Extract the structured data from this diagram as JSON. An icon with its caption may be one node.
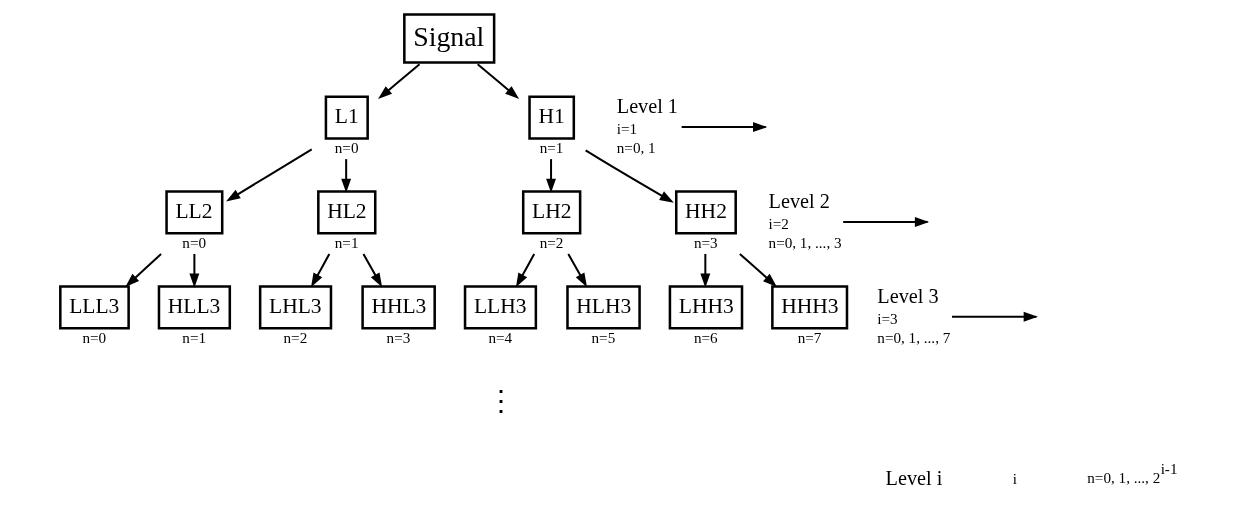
{
  "diagram": {
    "nodes": [
      {
        "text": [
          "Signal"
        ]
      },
      {
        "text": [
          "L1"
        ],
        "beside": [
          "n=0"
        ]
      },
      {
        "text": [
          "H1"
        ],
        "beside": [
          "n=1"
        ]
      },
      {
        "text": [
          "LL2"
        ],
        "beside": [
          "n=0"
        ]
      },
      {
        "text": [
          "HL2"
        ],
        "beside": [
          "n=1"
        ]
      },
      {
        "text": [
          "LH2"
        ],
        "beside": [
          "n=2"
        ]
      },
      {
        "text": [
          "HH2"
        ],
        "beside": [
          "n=3"
        ]
      },
      {
        "text": [
          "LLL3"
        ],
        "beside": [
          "n=0"
        ]
      },
      {
        "text": [
          "HLL3"
        ],
        "beside": [
          "n=1"
        ]
      },
      {
        "text": [
          "LHL3"
        ],
        "beside": [
          "n=2"
        ]
      },
      {
        "text": [
          "HHL3"
        ],
        "beside": [
          "n=3"
        ]
      },
      {
        "text": [
          "LLH3"
        ],
        "beside": [
          "n=4"
        ]
      },
      {
        "text": [
          "HLH3"
        ],
        "beside": [
          "n=5"
        ]
      },
      {
        "text": [
          "LHH3"
        ],
        "beside": [
          "n=6"
        ]
      },
      {
        "text": [
          "HHH3"
        ],
        "beside": [
          "n=7"
        ]
      },
      {
        "text": [
          "Level 1"
        ],
        "beside": [
          "i=1",
          "n=0, 1"
        ]
      },
      {
        "text": [
          "Level 2"
        ],
        "beside": [
          "i=2",
          "n=0, 1, ..., 3"
        ]
      },
      {
        "text": [
          "Level 3"
        ],
        "beside": [
          "i=3",
          "n=0, 1, ..., 7"
        ]
      }
    ],
    "edges": [
      {
        "from": 0,
        "to": 1,
        "arrow": "to"
      },
      {
        "from": 0,
        "to": 2,
        "arrow": "to"
      },
      {
        "from": 1,
        "to": 3,
        "arrow": "to"
      },
      {
        "from": 1,
        "to": 4,
        "arrow": "to"
      },
      {
        "from": 2,
        "to": 5,
        "arrow": "to"
      },
      {
        "from": 2,
        "to": 6,
        "arrow": "to"
      },
      {
        "from": 3,
        "to": 7,
        "arrow": "to"
      },
      {
        "from": 3,
        "to": 8,
        "arrow": "to"
      },
      {
        "from": 4,
        "to": 9,
        "arrow": "to"
      },
      {
        "from": 4,
        "to": 10,
        "arrow": "to"
      },
      {
        "from": 5,
        "to": 11,
        "arrow": "to"
      },
      {
        "from": 5,
        "to": 12,
        "arrow": "to"
      },
      {
        "from": 6,
        "to": 13,
        "arrow": "to"
      },
      {
        "from": 6,
        "to": 14,
        "arrow": "to"
      },
      {
        "from": 15,
        "to": null,
        "arrow": "to"
      },
      {
        "from": 16,
        "to": null,
        "arrow": "to"
      },
      {
        "from": 17,
        "to": null,
        "arrow": "to"
      }
    ],
    "labels": [
      "⋮",
      "Level i",
      "i",
      "n=0, 1, ..., 2$^{i-1}$"
    ]
  }
}
